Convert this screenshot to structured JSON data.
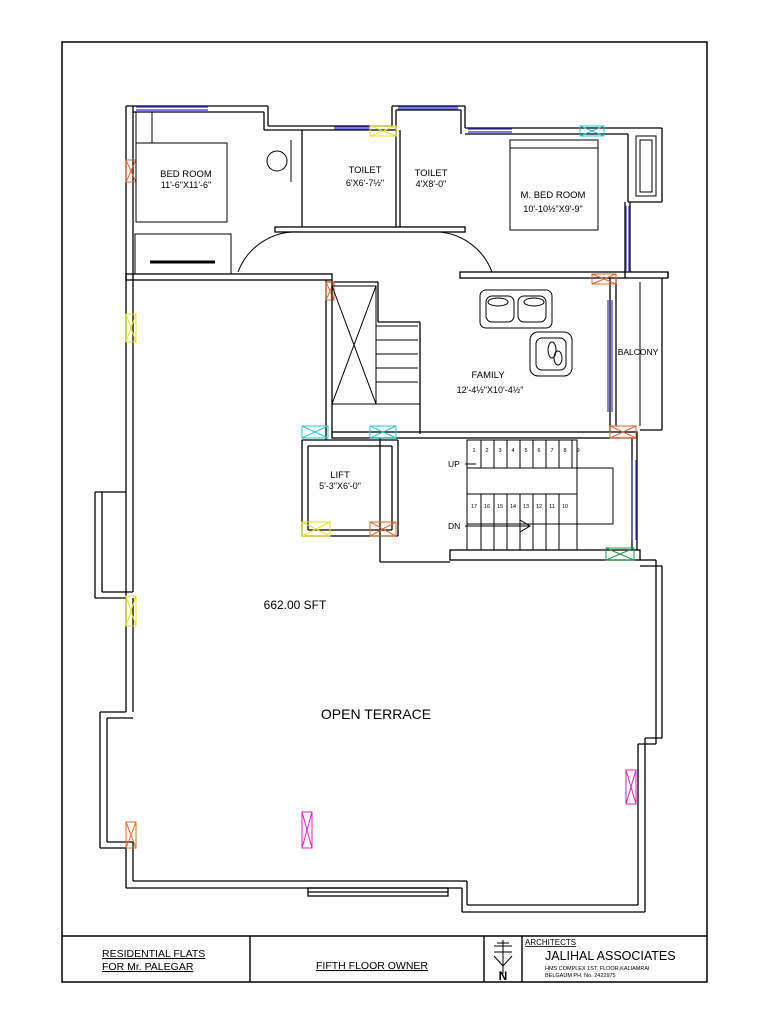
{
  "rooms": {
    "bed_room": {
      "name": "BED ROOM",
      "size": "11'-6\"X11'-6\""
    },
    "toilet_1": {
      "name": "TOILET",
      "size": "6'X6'-7½\""
    },
    "toilet_2": {
      "name": "TOILET",
      "size": "4'X8'-0\""
    },
    "master_bed_room": {
      "name": "M. BED  ROOM",
      "size": "10'-10½\"X9'-9\""
    },
    "family": {
      "name": "FAMILY",
      "size": "12'-4½\"X10'-4½\""
    },
    "balcony": {
      "name": "BALCONY"
    },
    "lift": {
      "name": "LIFT",
      "size": "5'-3\"X6'-0\""
    },
    "open_terrace": {
      "name": "OPEN TERRACE",
      "area": "662.00 SFT"
    }
  },
  "stair": {
    "up_label": "UP",
    "down_label": "DN",
    "upper_steps": [
      "1",
      "2",
      "3",
      "4",
      "5",
      "6",
      "7",
      "8",
      "9"
    ],
    "lower_steps": [
      "17",
      "16",
      "15",
      "14",
      "13",
      "12",
      "11",
      "10"
    ]
  },
  "title_block": {
    "project_line1": "RESIDENTIAL  FLATS",
    "project_line2": "FOR Mr. PALEGAR",
    "drawing_title": "FIFTH FLOOR OWNER",
    "north_label": "N",
    "architects_label": "ARCHITECTS",
    "firm_name": "JALIHAL ASSOCIATES",
    "firm_address_1": "HMS COMPLEX 1ST. FLOOR,KALIAMRAI",
    "firm_address_2": "BELGAUM PH. No. 2422975"
  },
  "colors": {
    "line": "#000000",
    "window": "#3333cc",
    "door_orange": "#e8642a",
    "vent_cyan": "#29c4d6",
    "vent_yellow": "#e8e020",
    "door_magenta": "#e020c8",
    "door_green": "#1e9a4a"
  }
}
